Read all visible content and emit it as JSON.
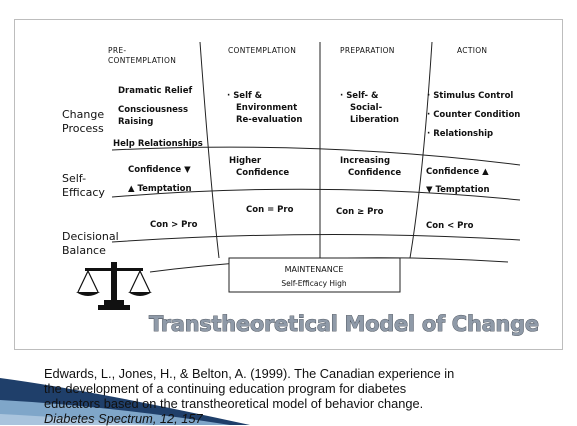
{
  "stages": {
    "precontemplation_line1": "PRE-",
    "precontemplation_line2": "CONTEMPLATION",
    "contemplation": "CONTEMPLATION",
    "preparation": "PREPARATION",
    "action": "ACTION"
  },
  "rows": {
    "change_process_line1": "Change",
    "change_process_line2": "Process",
    "self_efficacy_line1": "Self-",
    "self_efficacy_line2": "Efficacy",
    "decisional_balance_line1": "Decisional",
    "decisional_balance_line2": "Balance"
  },
  "change_process": {
    "pre": [
      "Dramatic Relief",
      "Consciousness",
      "Raising",
      "Help Relationships"
    ],
    "contemplation": [
      "· Self &",
      "Environment",
      "Re-evaluation"
    ],
    "preparation": [
      "· Self- &",
      "Social-",
      "Liberation"
    ],
    "action": [
      "· Stimulus Control",
      "· Counter Condition",
      "· Relationship"
    ]
  },
  "self_efficacy": {
    "pre": [
      "Confidence ▼",
      "▲ Temptation"
    ],
    "contemplation": [
      "Higher",
      "Confidence"
    ],
    "preparation": [
      "Increasing",
      "Confidence"
    ],
    "action": [
      "Confidence ▲",
      "▼ Temptation"
    ]
  },
  "decisional_balance": {
    "pre": "Con > Pro",
    "contemplation": "Con = Pro",
    "preparation": "Con ≥ Pro",
    "action": "Con < Pro"
  },
  "maintenance": {
    "title": "MAINTENANCE",
    "subtitle": "Self-Efficacy High"
  },
  "diagram_title": "Transtheoretical Model of Change",
  "citation": {
    "line1": "Edwards, L., Jones, H., & Belton, A. (1999). The Canadian experience in",
    "line2": "the development of a continuing education program for diabetes",
    "line3": "educators based on the transtheoretical model of behavior change.",
    "line4": "Diabetes Spectrum, 12, 157"
  }
}
